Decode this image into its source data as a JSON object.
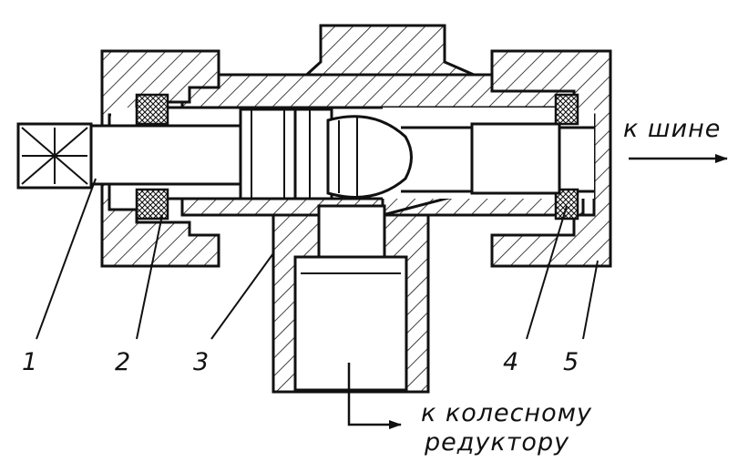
{
  "labels": {
    "part_1": "1",
    "part_2": "2",
    "part_3": "3",
    "part_4": "4",
    "part_5": "5"
  },
  "captions": {
    "to_tire": "к шине",
    "to_reducer_line1": "к  колесному",
    "to_reducer_line2": "редуктору"
  },
  "colors": {
    "ink": "#111111",
    "paper": "#ffffff"
  }
}
